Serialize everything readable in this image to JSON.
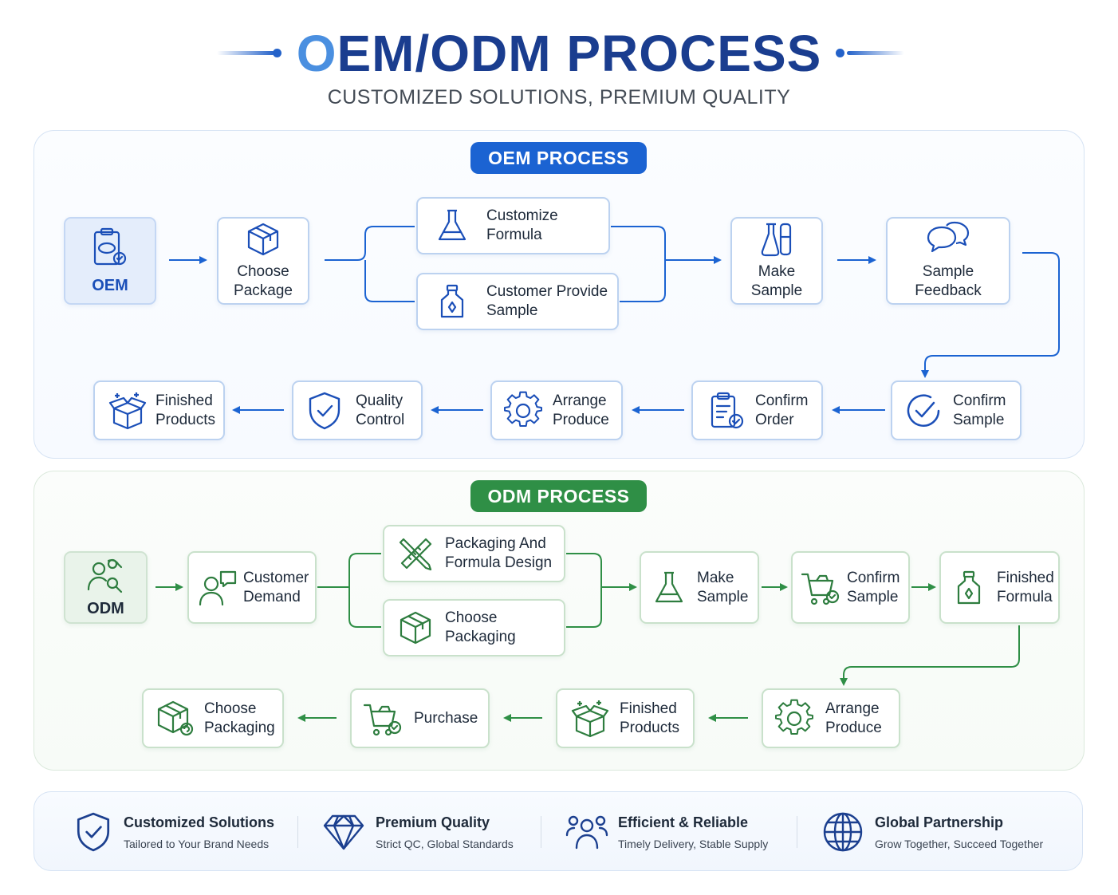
{
  "header": {
    "title_part1": "O",
    "title_part2": "EM/ODM PROCESS",
    "subtitle": "CUSTOMIZED SOLUTIONS, PREMIUM QUALITY"
  },
  "colors": {
    "oem_accent": "#1b63d2",
    "odm_accent": "#2f8f46",
    "title_dark": "#1a3d8f",
    "title_light": "#4a8fe0"
  },
  "oem": {
    "pill": "OEM PROCESS",
    "steps": [
      {
        "label": "OEM",
        "icon": "oem-clipboard-icon"
      },
      {
        "label": "Choose\nPackage",
        "icon": "box-icon"
      },
      {
        "label": "Customize\nFormula",
        "icon": "flask-icon"
      },
      {
        "label": "Customer Provide\nSample",
        "icon": "bottle-icon"
      },
      {
        "label": "Make\nSample",
        "icon": "test-tubes-icon"
      },
      {
        "label": "Sample\nFeedback",
        "icon": "chat-bubbles-icon"
      },
      {
        "label": "Confirm\nSample",
        "icon": "check-circle-icon"
      },
      {
        "label": "Confirm\nOrder",
        "icon": "clipboard-check-icon"
      },
      {
        "label": "Arrange\nProduce",
        "icon": "gear-icon"
      },
      {
        "label": "Quality\nControl",
        "icon": "shield-check-icon"
      },
      {
        "label": "Finished\nProducts",
        "icon": "open-box-sparkle-icon"
      }
    ]
  },
  "odm": {
    "pill": "ODM PROCESS",
    "steps": [
      {
        "label": "ODM",
        "icon": "people-search-icon"
      },
      {
        "label": "Customer\nDemand",
        "icon": "person-speech-icon"
      },
      {
        "label": "Packaging And\nFormula Design",
        "icon": "pencil-ruler-icon"
      },
      {
        "label": "Choose\nPackaging",
        "icon": "box-icon"
      },
      {
        "label": "Make\nSample",
        "icon": "flask-icon"
      },
      {
        "label": "Confirm\nSample",
        "icon": "cart-check-icon"
      },
      {
        "label": "Finished\nFormula",
        "icon": "bottle-icon"
      },
      {
        "label": "Arrange\nProduce",
        "icon": "gear-icon"
      },
      {
        "label": "Finished\nProducts",
        "icon": "open-box-sparkle-icon"
      },
      {
        "label": "Purchase",
        "icon": "cart-check-icon"
      },
      {
        "label": "Choose\nPackaging",
        "icon": "box-refresh-icon"
      }
    ]
  },
  "features": [
    {
      "title": "Customized Solutions",
      "sub": "Tailored to Your Brand Needs",
      "icon": "shield-check-icon"
    },
    {
      "title": "Premium Quality",
      "sub": "Strict QC, Global Standards",
      "icon": "diamond-icon"
    },
    {
      "title": "Efficient & Reliable",
      "sub": "Timely Delivery, Stable Supply",
      "icon": "team-icon"
    },
    {
      "title": "Global Partnership",
      "sub": "Grow Together, Succeed Together",
      "icon": "globe-icon"
    }
  ]
}
